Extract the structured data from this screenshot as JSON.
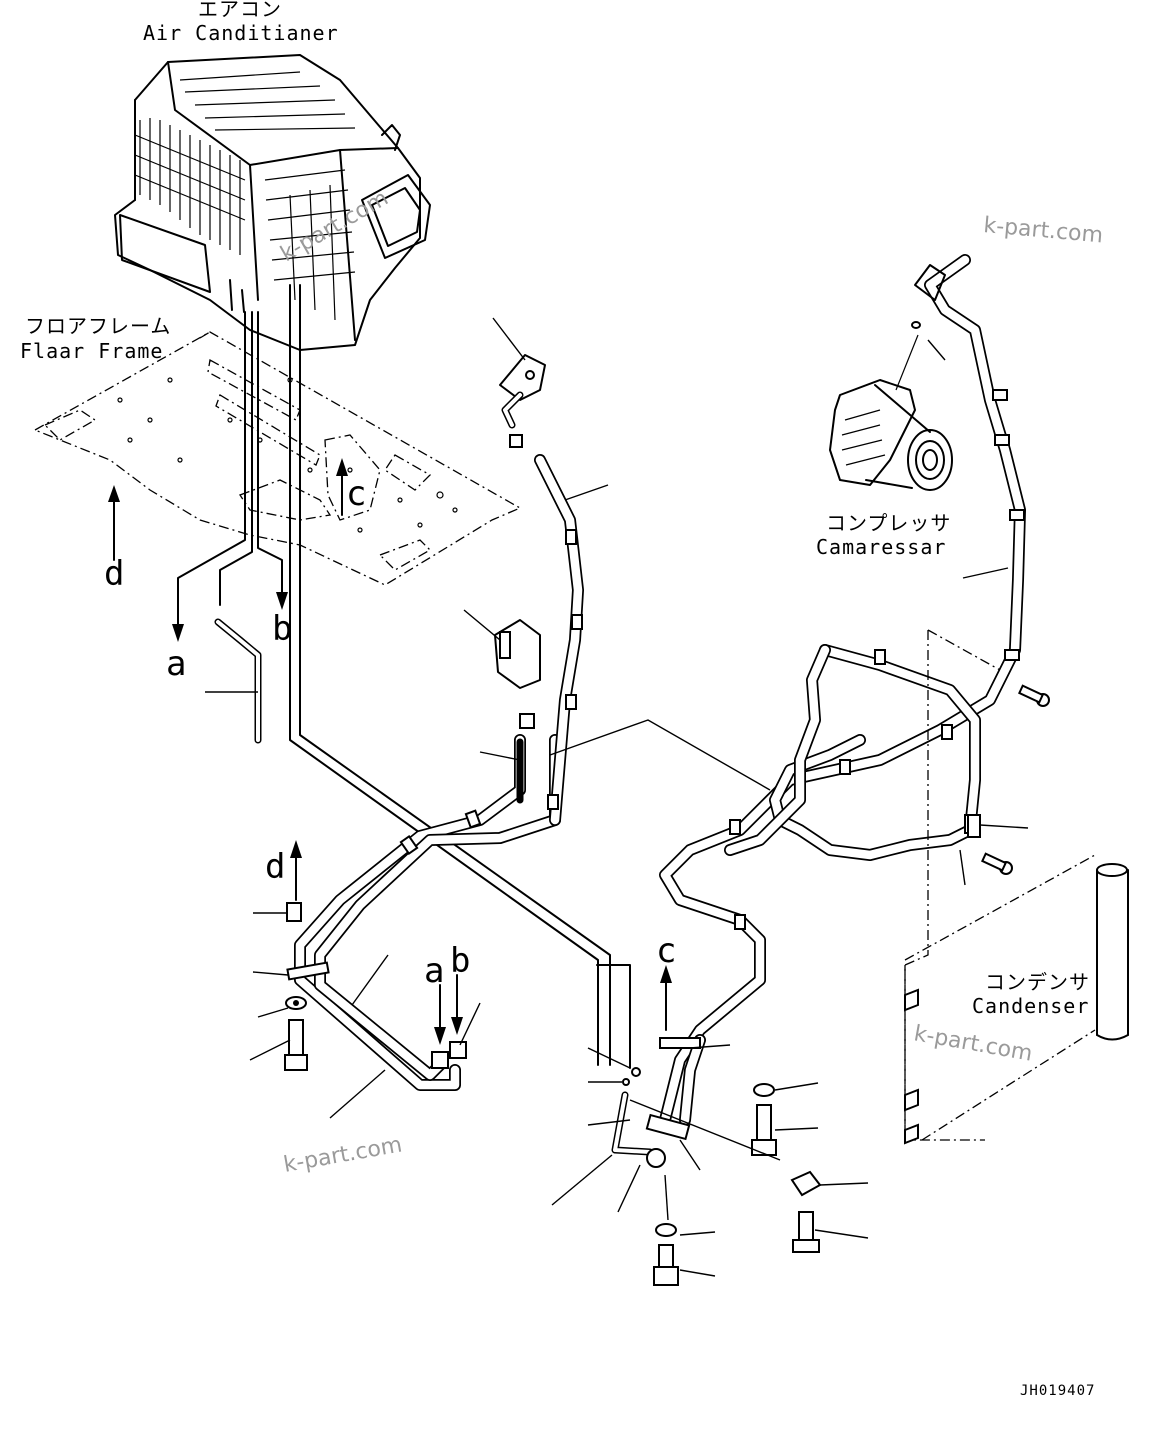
{
  "labels": {
    "air_conditioner_jp": "エアコン",
    "air_conditioner_en": "Air Canditianer",
    "floor_frame_jp": "フロアフレーム",
    "floor_frame_en": "Flaar Frame",
    "compressor_jp": "コンプレッサ",
    "compressor_en": "Camaressar",
    "condenser_jp": "コンデンサ",
    "condenser_en": "Candenser"
  },
  "connection_markers": {
    "a": "a",
    "b": "b",
    "c": "c",
    "d": "d"
  },
  "watermarks": [
    "k-part.com",
    "k-part.com",
    "k-part.com",
    "k-part.com"
  ],
  "drawing_code": "JH019407"
}
